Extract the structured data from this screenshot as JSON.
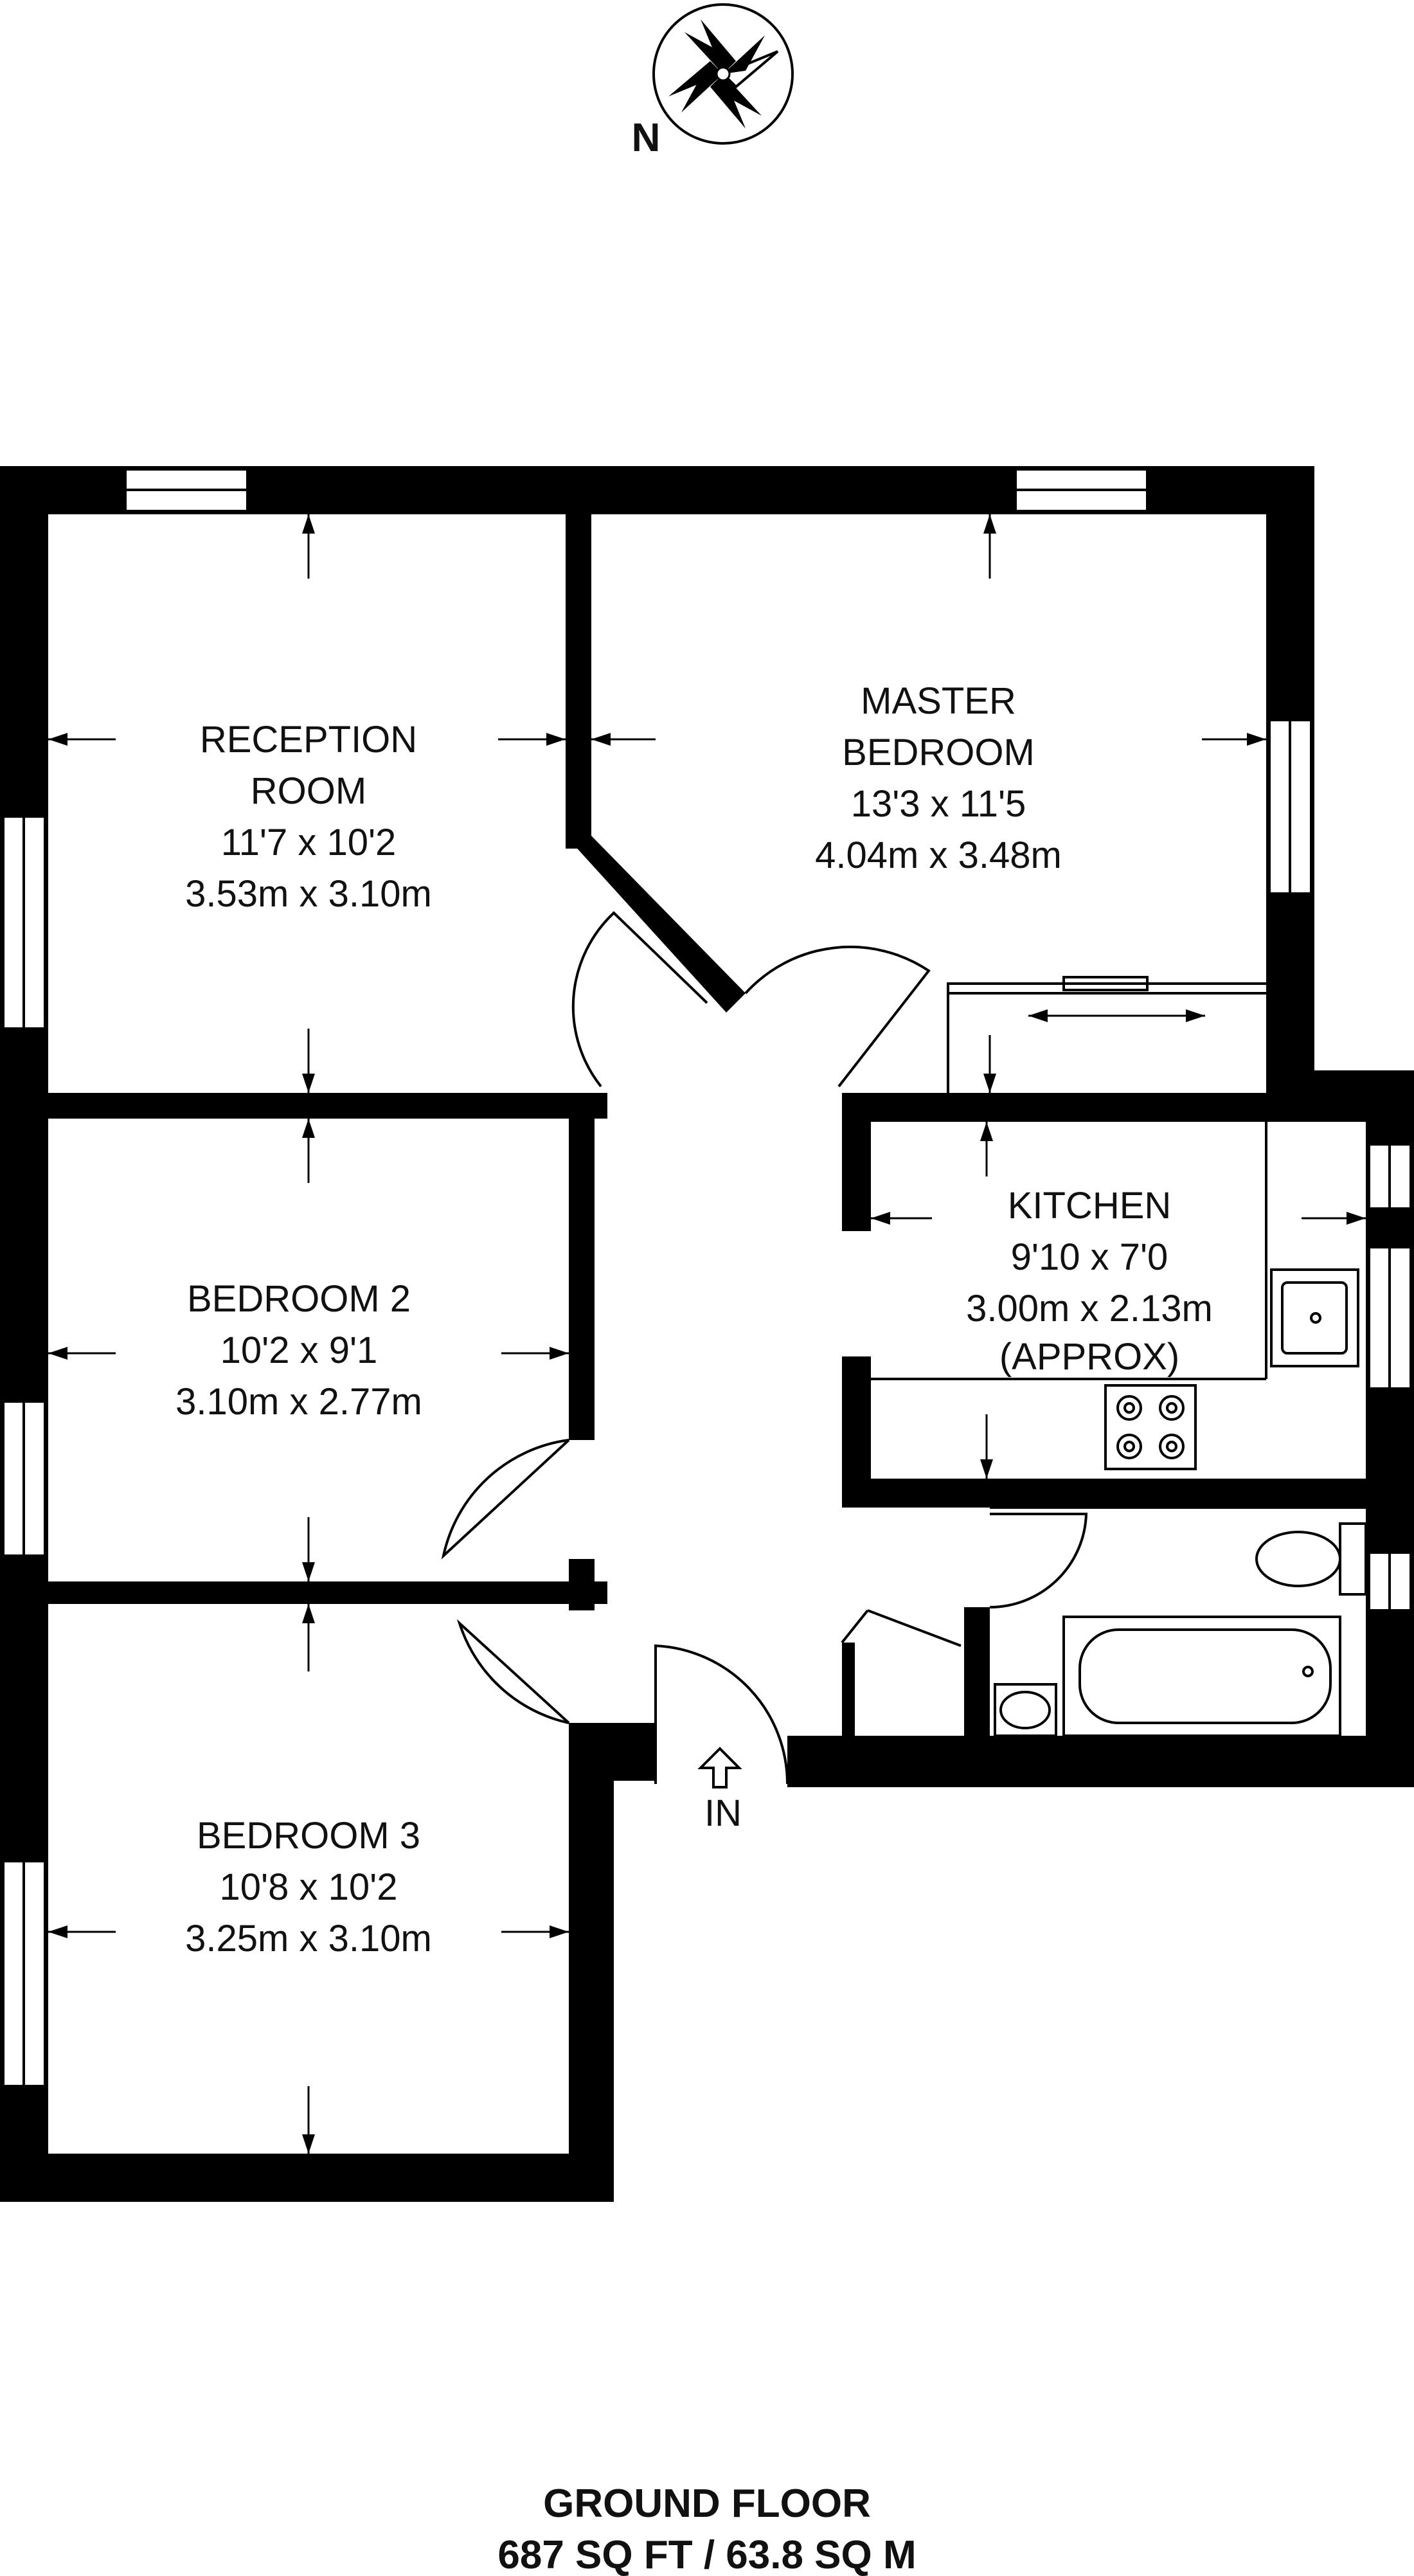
{
  "compass": {
    "label": "N",
    "icon": "compass-rose-icon"
  },
  "rooms": [
    {
      "id": "reception",
      "lines": [
        "RECEPTION",
        "ROOM",
        "11'7 x 10'2",
        "3.53m x 3.10m"
      ]
    },
    {
      "id": "master",
      "lines": [
        "MASTER",
        "BEDROOM",
        "13'3 x 11'5",
        "4.04m x 3.48m"
      ]
    },
    {
      "id": "kitchen",
      "lines": [
        "KITCHEN",
        "9'10 x 7'0",
        "3.00m x 2.13m",
        "(APPROX)"
      ]
    },
    {
      "id": "bedroom2",
      "lines": [
        "BEDROOM 2",
        "10'2 x 9'1",
        "3.10m x 2.77m"
      ]
    },
    {
      "id": "bedroom3",
      "lines": [
        "BEDROOM 3",
        "10'8 x 10'2",
        "3.25m x 3.10m"
      ]
    }
  ],
  "entrance": {
    "label": "IN"
  },
  "footer": {
    "floor": "GROUND FLOOR",
    "area": "687 SQ FT / 63.8 SQ M"
  }
}
